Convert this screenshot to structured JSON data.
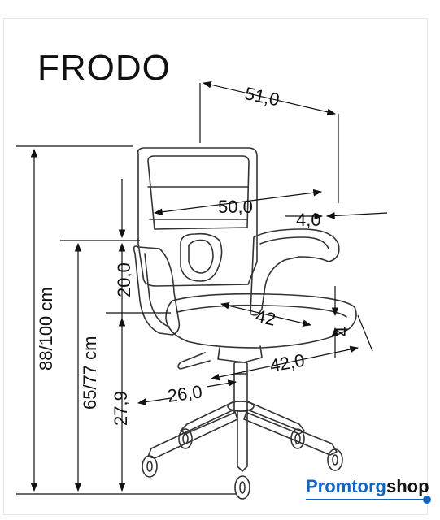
{
  "title": "FRODO",
  "dimensions": {
    "top_width": "51,0",
    "back_width": "50,0",
    "back_depth": "4,0",
    "back_height": "20,0",
    "seat_depth_label": "42",
    "seat_thickness": "4",
    "seat_width": "42,0",
    "base_radius": "26,0",
    "seat_height_min": "27,9",
    "total_height": "88/100 cm",
    "seat_height": "65/77 cm"
  },
  "brand": {
    "part1": "Promtorg",
    "part2": "shop",
    "color": "#1565c0"
  }
}
